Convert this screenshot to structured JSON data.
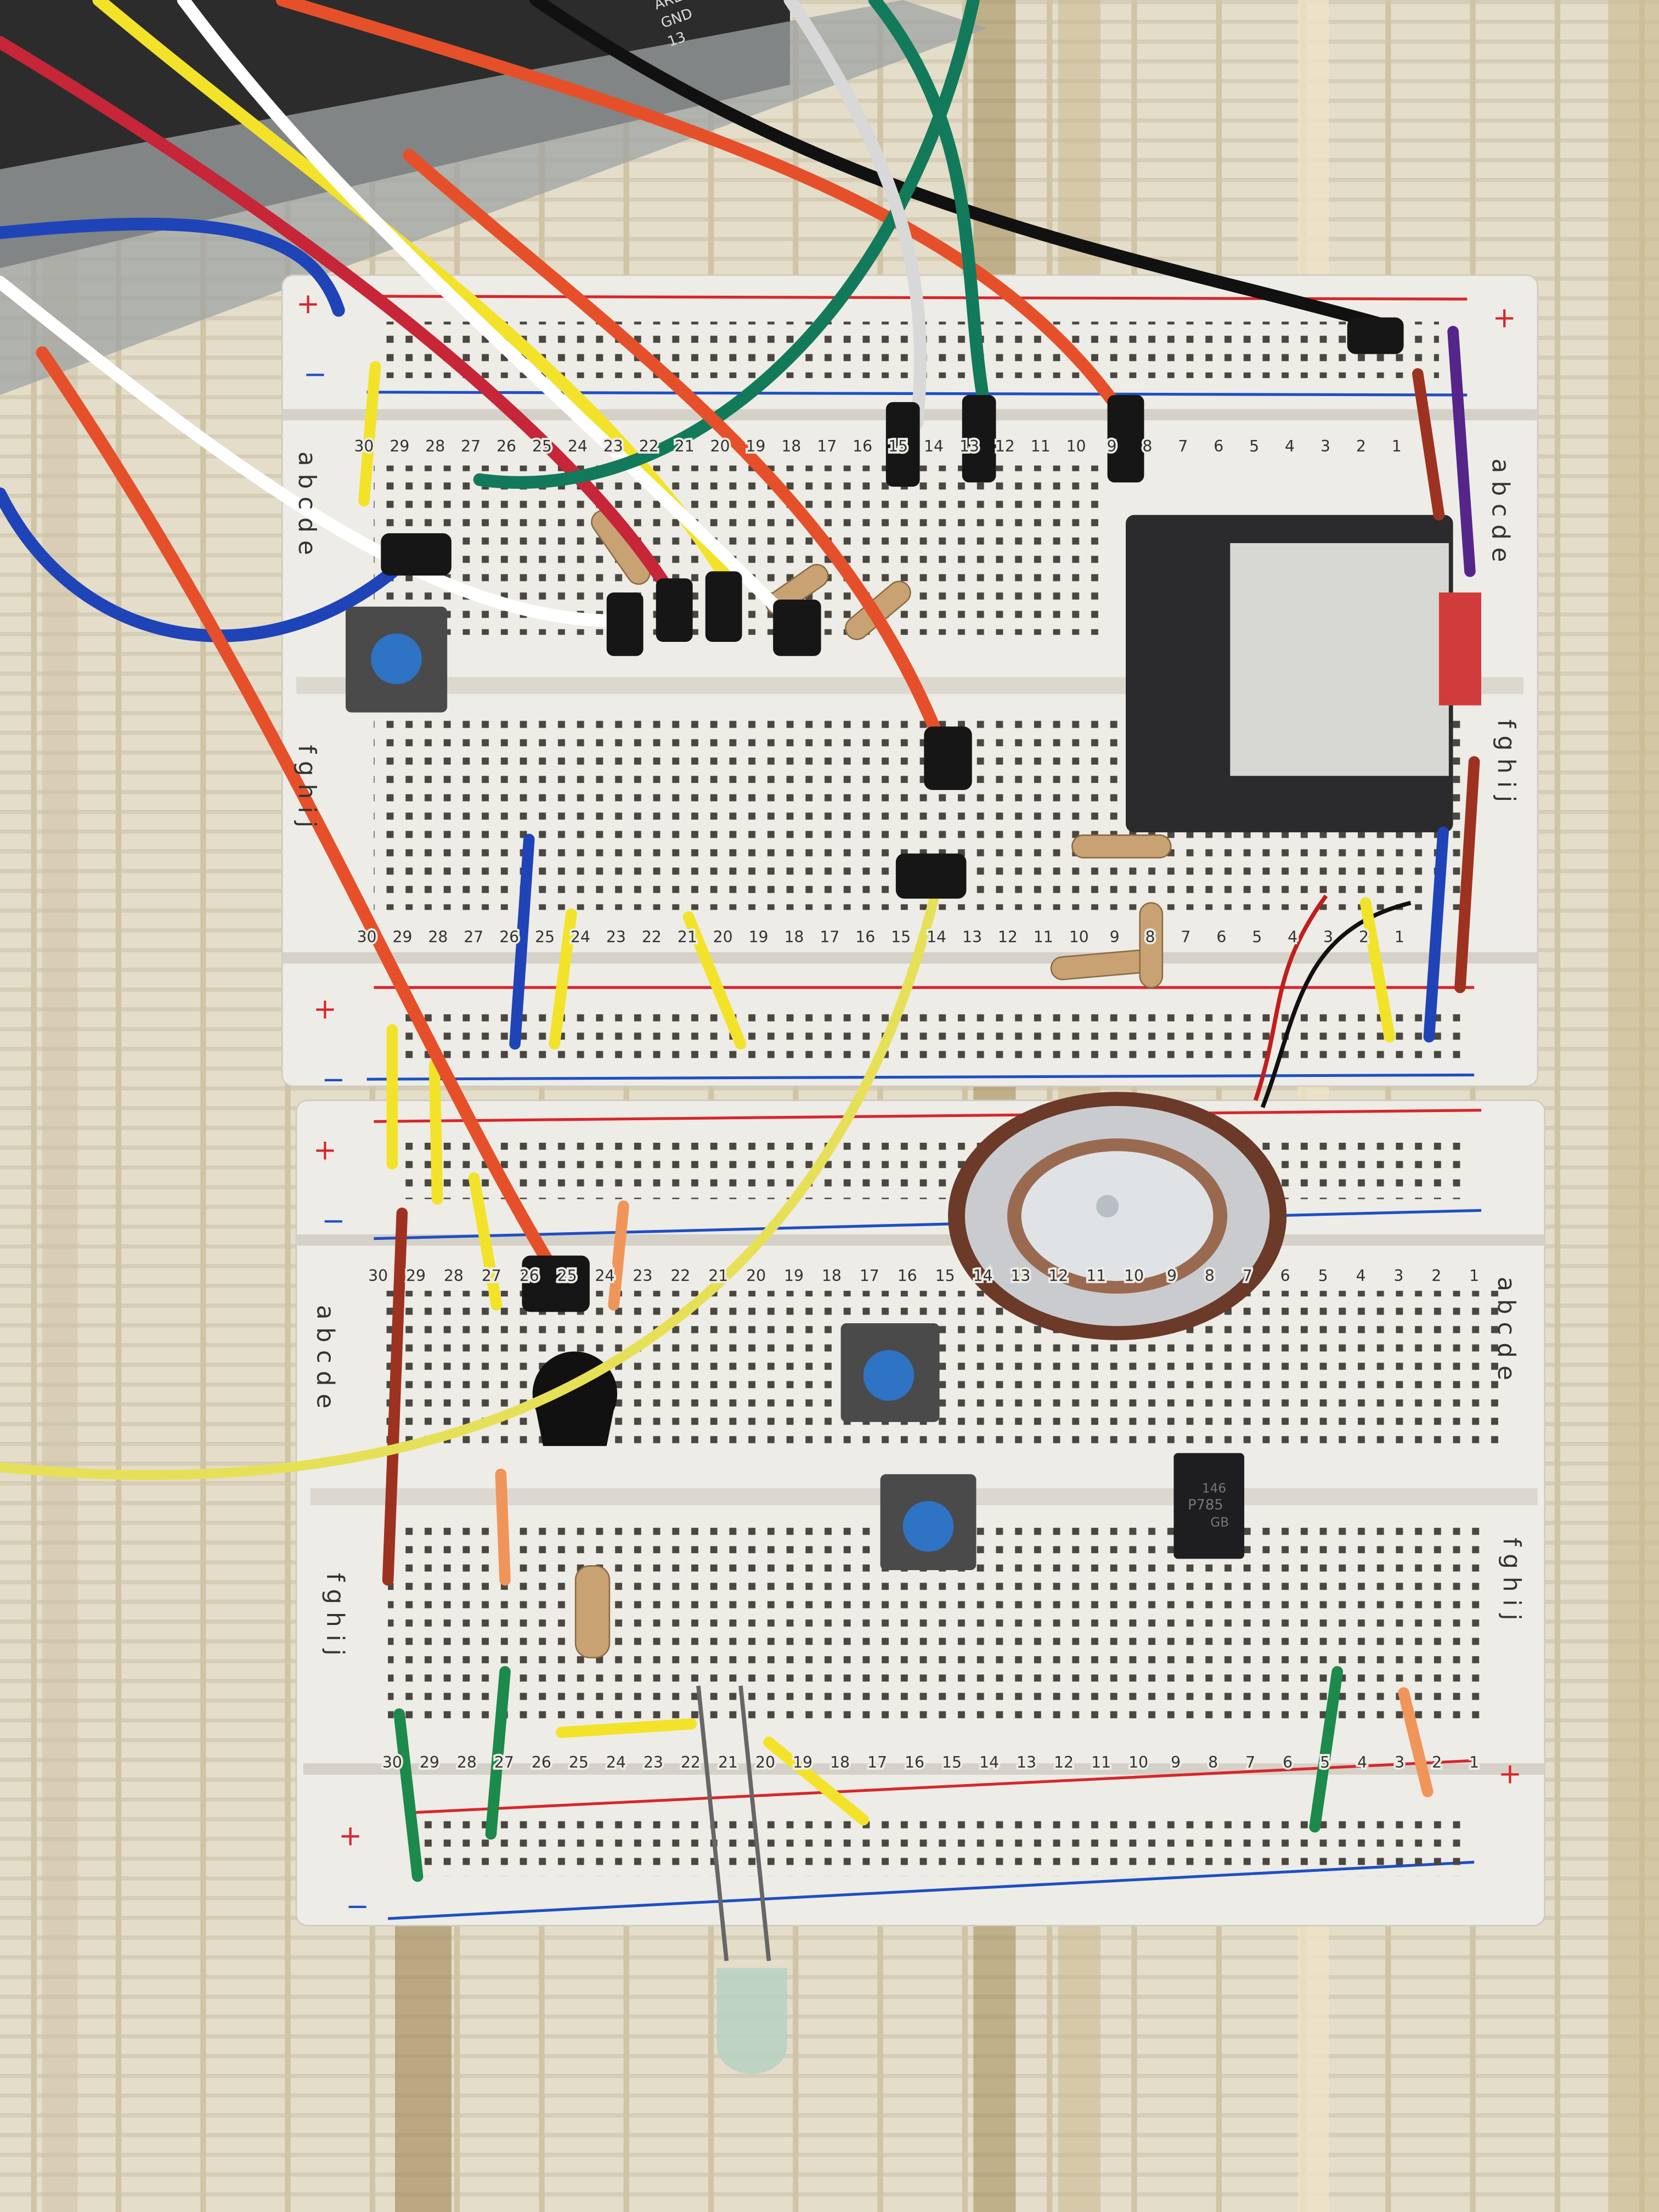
{
  "breadboard": {
    "columns": [
      "30",
      "29",
      "28",
      "27",
      "26",
      "25",
      "24",
      "23",
      "22",
      "21",
      "20",
      "19",
      "18",
      "17",
      "16",
      "15",
      "14",
      "13",
      "12",
      "11",
      "10",
      "9",
      "8",
      "7",
      "6",
      "5",
      "4",
      "3",
      "2",
      "1"
    ],
    "rows_top": "a b c d e",
    "rows_bottom": "f g h i j",
    "rail_plus": "+",
    "rail_minus": "−"
  },
  "optocoupler": {
    "line1": "146",
    "line2": "P785",
    "line3": "GB"
  },
  "arduino_header": {
    "labels": [
      "GND",
      "AREF",
      "13"
    ]
  },
  "colors": {
    "fabric": "#e4ddca",
    "board": "#eeece6",
    "rail_red": "#d8262b",
    "rail_blue": "#1f4fc4",
    "button_cap": "#2f73c4"
  }
}
